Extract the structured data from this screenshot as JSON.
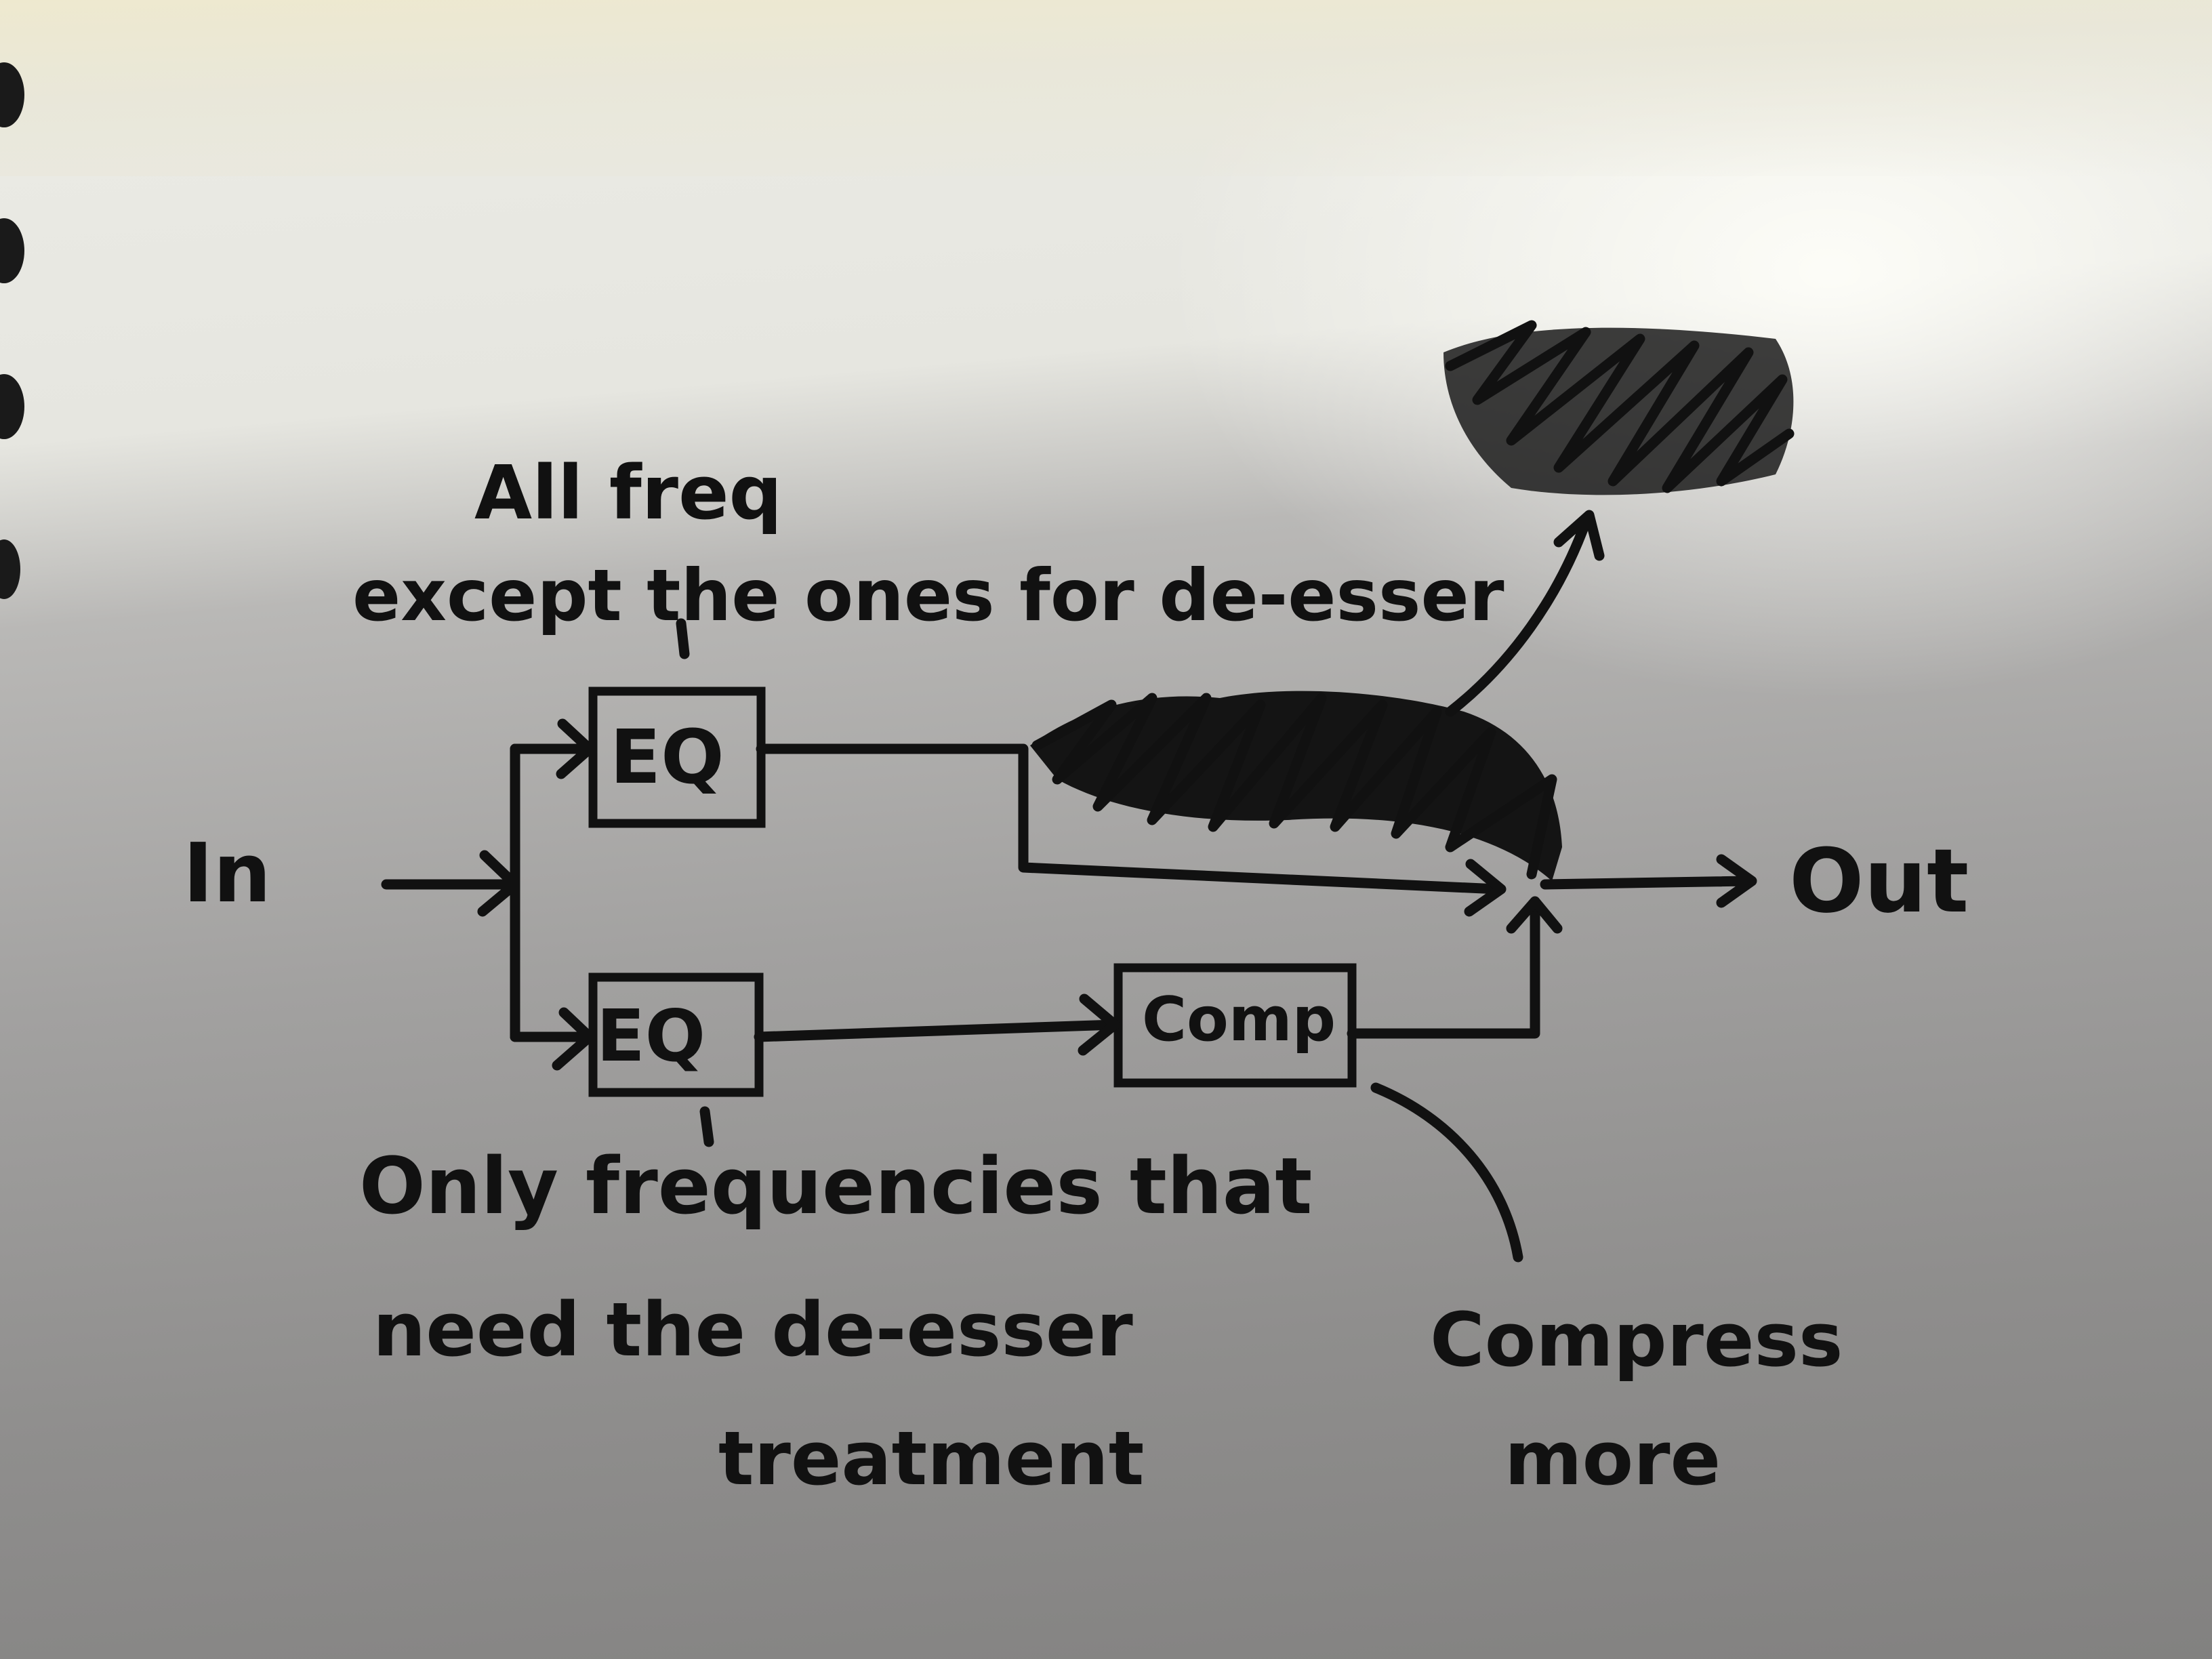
{
  "labels": {
    "input": "In",
    "output": "Out",
    "eq_top": "EQ",
    "eq_bottom": "EQ",
    "comp": "Comp",
    "top_note_line1": "All freq",
    "top_note_line2": "except the ones for de-esser",
    "bottom_note_line1": "Only frequencies that",
    "bottom_note_line2": "need the de-esser",
    "bottom_note_line3": "treatment",
    "comp_note_line1": "Compress",
    "comp_note_line2": "more"
  },
  "colors": {
    "ink": "#111111",
    "paper": "#e8e8e2",
    "shadow": "#8f8e8d"
  }
}
